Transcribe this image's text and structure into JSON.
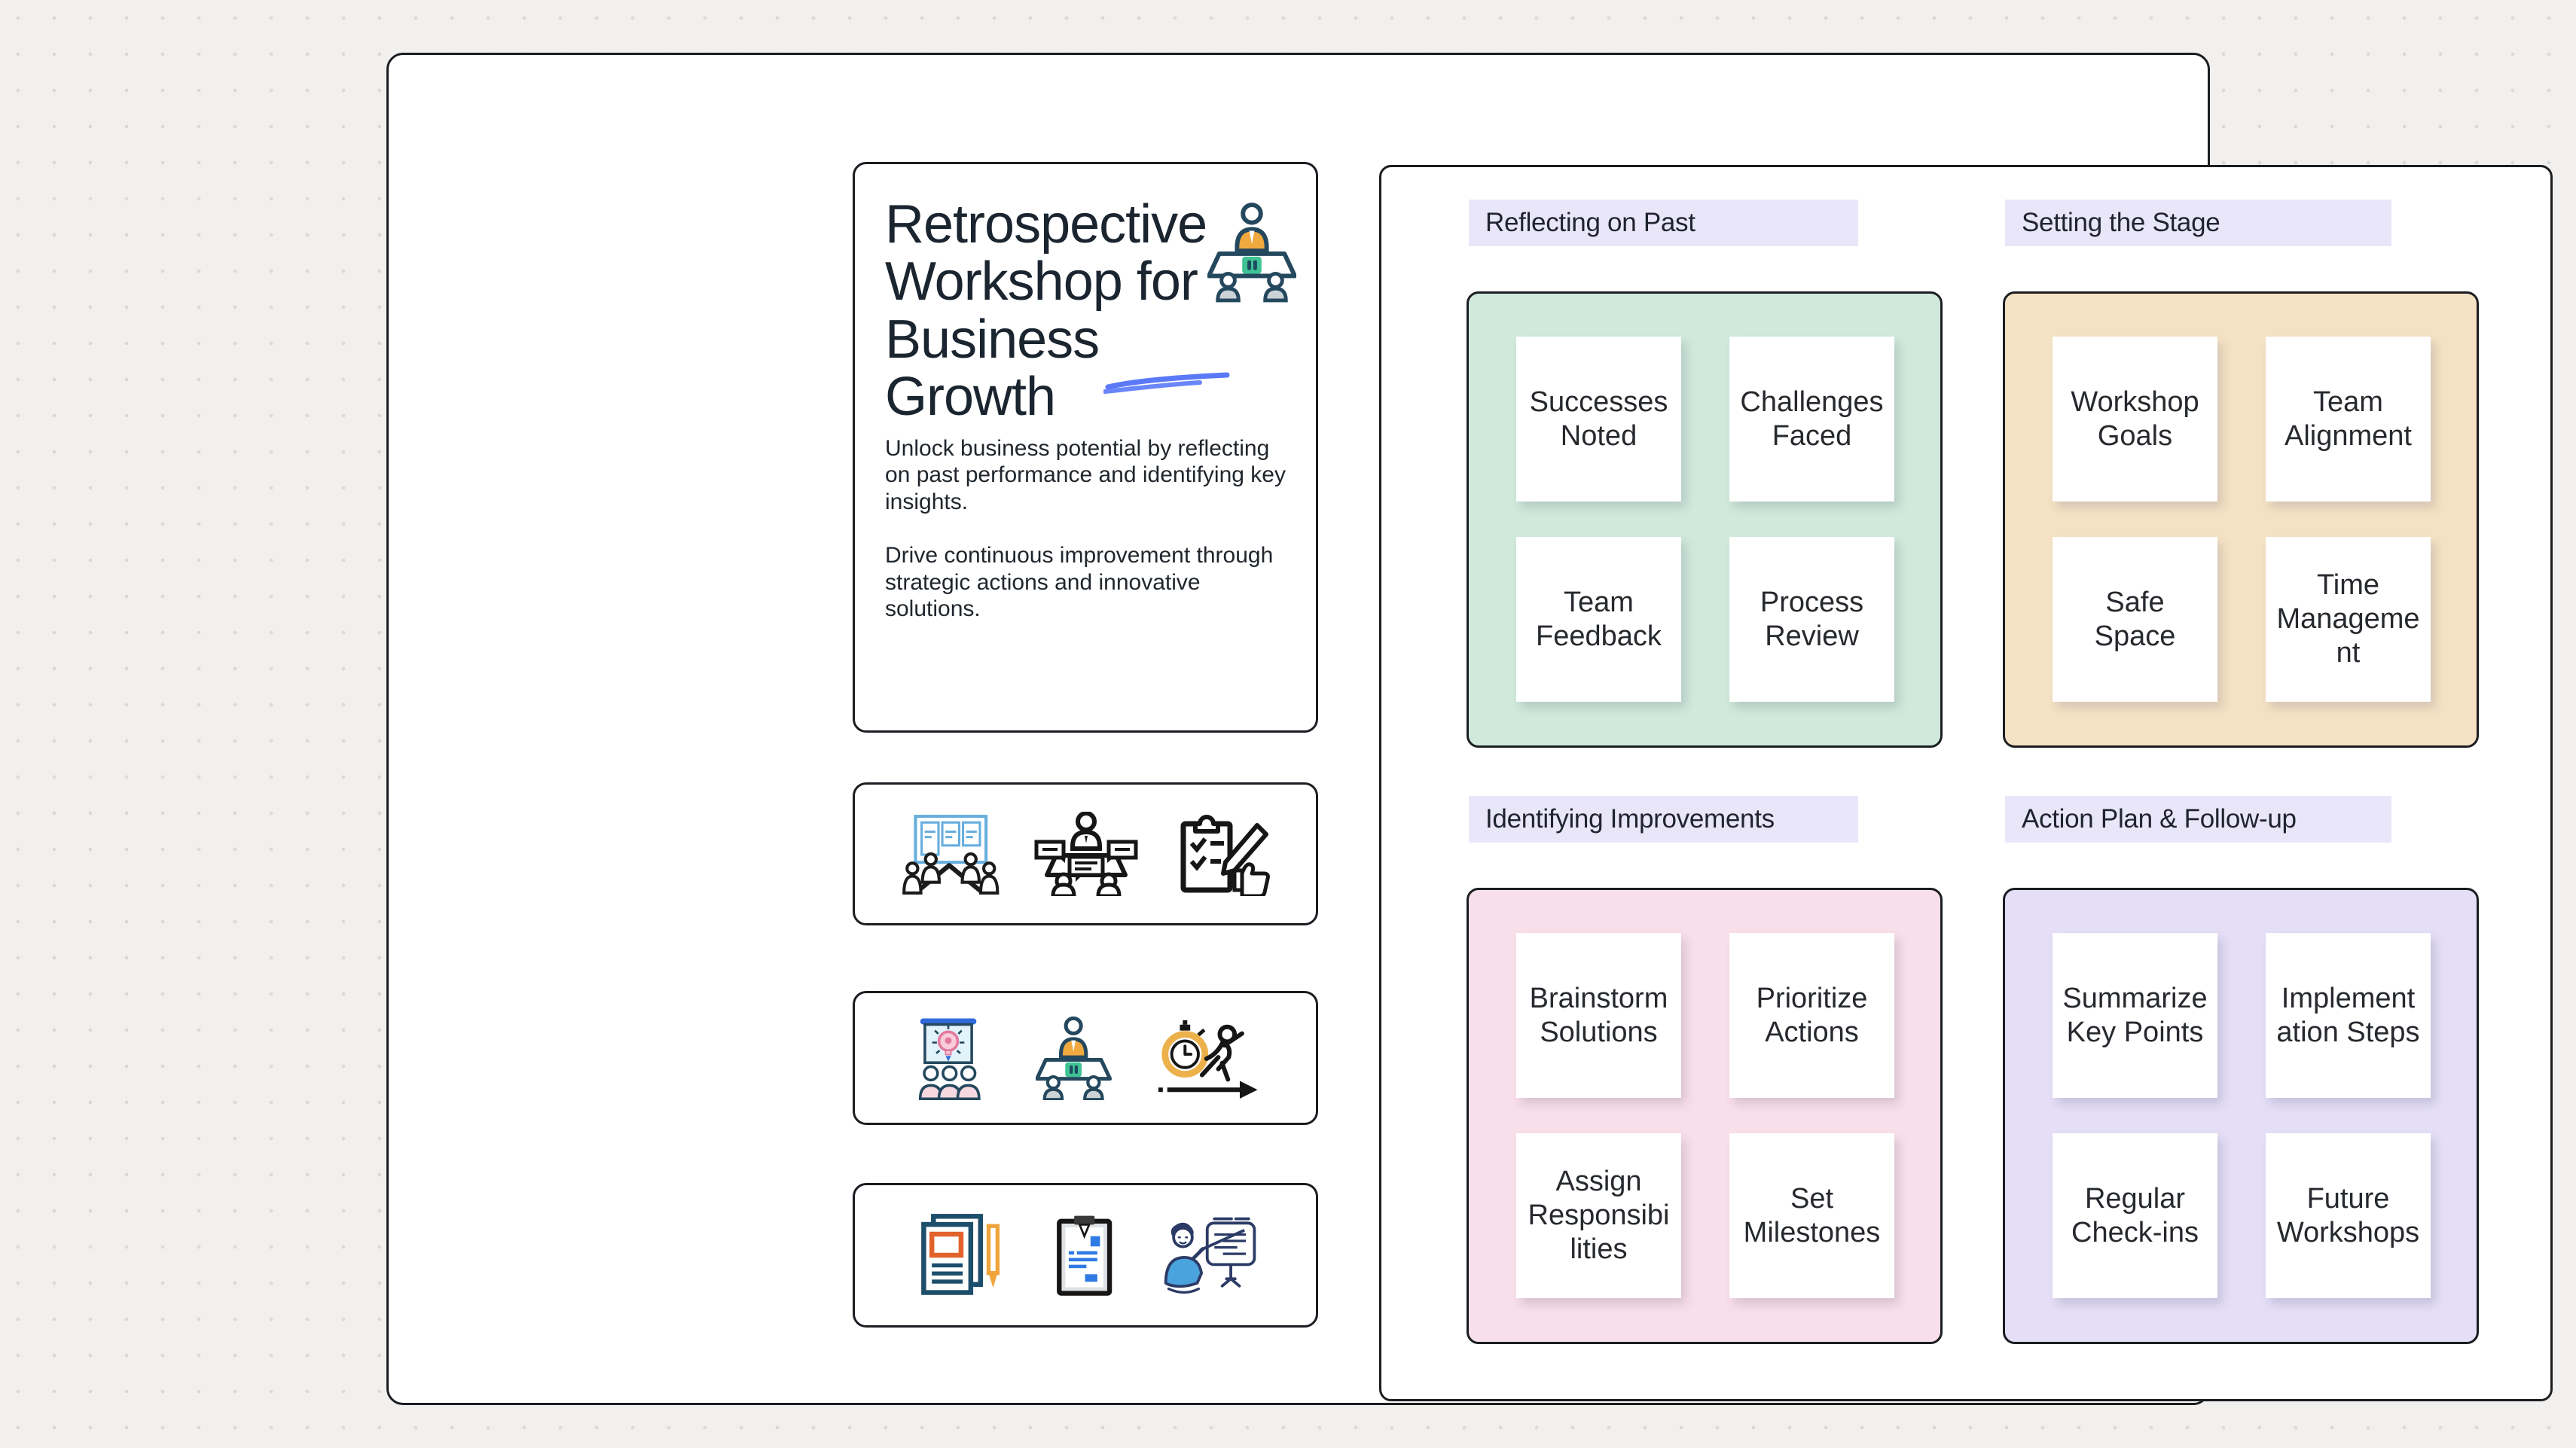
{
  "title_card": {
    "title": "Retrospective Workshop for Business Growth",
    "description_1": "Unlock business potential by reflecting on past performance and identifying key insights.",
    "description_2": "Drive continuous improvement through strategic actions and innovative solutions.",
    "icon": "meeting-presenter-icon"
  },
  "icon_rows": [
    {
      "icons": [
        "kanban-meeting-icon",
        "discussion-table-icon",
        "checklist-approval-icon"
      ]
    },
    {
      "icons": [
        "idea-presentation-icon",
        "meeting-presenter-icon",
        "deadline-runner-icon"
      ]
    },
    {
      "icons": [
        "notes-pencil-icon",
        "clipboard-icon",
        "flipchart-presenter-icon"
      ]
    }
  ],
  "sections": [
    {
      "label": "Reflecting on Past",
      "color": "#cfe9da",
      "notes": [
        "Successes Noted",
        "Challenges Faced",
        "Team Feedback",
        "Process Review"
      ]
    },
    {
      "label": "Setting the Stage",
      "color": "#f5e2c4",
      "notes": [
        "Workshop Goals",
        "Team Alignment",
        "Safe Space",
        "Time Management"
      ]
    },
    {
      "label": "Identifying Improvements",
      "color": "#f9dfe9",
      "notes": [
        "Brainstorm Solutions",
        "Prioritize Actions",
        "Assign Responsibilities",
        "Set Milestones"
      ]
    },
    {
      "label": "Action Plan & Follow-up",
      "color": "#e4def6",
      "notes": [
        "Summarize Key Points",
        "Implementation Steps",
        "Regular Check-ins",
        "Future Workshops"
      ]
    }
  ],
  "colors": {
    "canvas_bg": "#f1f0ee",
    "frame_border": "#1a1d21",
    "label_bg": "#e9e6fa",
    "underline_scribble": "#5b79f7",
    "icon_navy": "#24485e",
    "icon_orange": "#f0a93f",
    "icon_green": "#3fc394",
    "icon_gray": "#ccd3d6",
    "icon_blue": "#2f6bdb",
    "icon_pink": "#f8ccd8"
  }
}
